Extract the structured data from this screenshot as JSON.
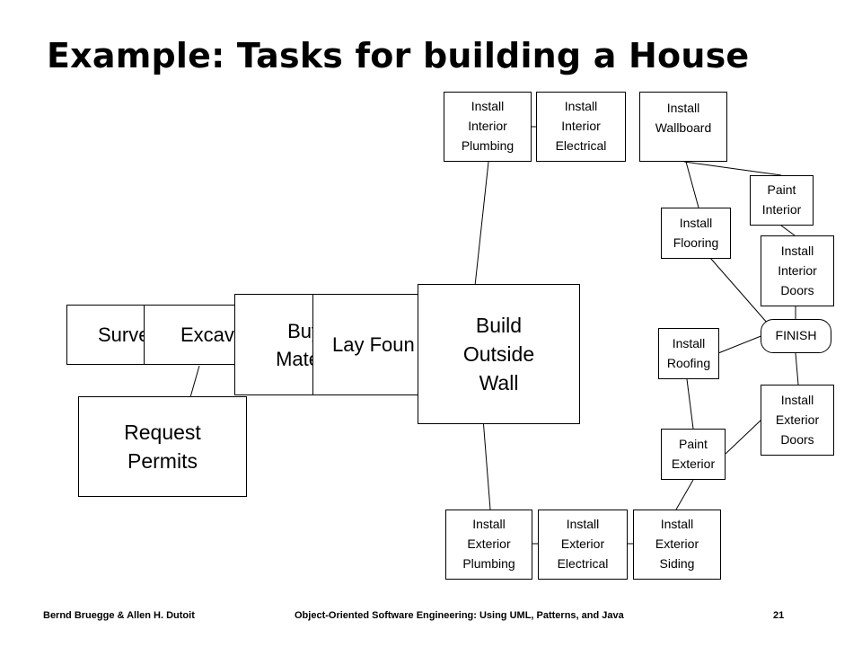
{
  "slide": {
    "title": "Example: Tasks for building a House"
  },
  "tasks": {
    "survey": "Surve",
    "excavate": "Excav",
    "buy_materials": [
      "Buy",
      "Mate"
    ],
    "lay_foundation": "Lay Foun",
    "build_outside_wall": [
      "Build",
      "Outside",
      "Wall"
    ],
    "request_permits": [
      "Request",
      "Permits"
    ],
    "install_interior_plumbing": [
      "Install",
      "Interior",
      "Plumbing"
    ],
    "install_interior_electrical": [
      "Install",
      "Interior",
      "Electrical"
    ],
    "install_wallboard": [
      "Install",
      "Wallboard"
    ],
    "paint_interior": [
      "Paint",
      "Interior"
    ],
    "install_flooring": [
      "Install",
      "Flooring"
    ],
    "install_interior_doors": [
      "Install",
      "Interior",
      "Doors"
    ],
    "finish": "FINISH",
    "install_roofing": [
      "Install",
      "Roofing"
    ],
    "install_exterior_doors": [
      "Install",
      "Exterior",
      "Doors"
    ],
    "paint_exterior": [
      "Paint",
      "Exterior"
    ],
    "install_exterior_plumbing": [
      "Install",
      "Exterior",
      "Plumbing"
    ],
    "install_exterior_electrical": [
      "Install",
      "Exterior",
      "Electrical"
    ],
    "install_exterior_siding": [
      "Install",
      "Exterior",
      "Siding"
    ]
  },
  "footer": {
    "authors": "Bernd Bruegge & Allen H. Dutoit",
    "book": "Object-Oriented Software Engineering: Using UML, Patterns, and Java",
    "page": "21"
  }
}
